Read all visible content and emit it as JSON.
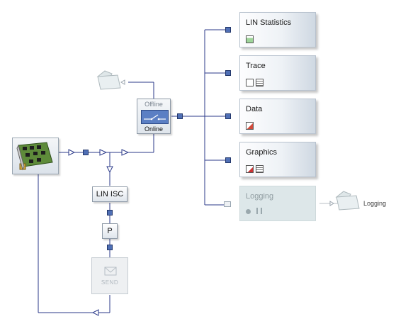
{
  "blocks": {
    "lin_statistics": "LIN Statistics",
    "trace": "Trace",
    "data": "Data",
    "graphics": "Graphics",
    "logging": "Logging",
    "online_offline_top": "Offline",
    "online_offline_bottom": "Online",
    "lin_isc": "LIN ISC",
    "p": "P",
    "send": "SEND",
    "logging_file": "Logging"
  },
  "colors": {
    "port": "#4f6fb5",
    "wire": "#2b3a8a",
    "disabled_block": "#dde7e9"
  }
}
